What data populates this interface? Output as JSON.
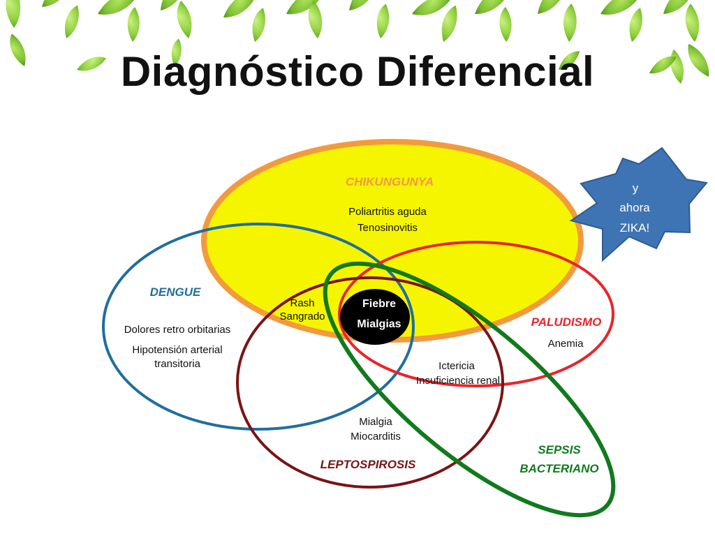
{
  "slide": {
    "title": "Diagnóstico Diferencial"
  },
  "diagram": {
    "chikungunya": {
      "name": "CHIKUNGUNYA",
      "symptoms": [
        "Poliartritis aguda",
        "Tenosinovitis"
      ],
      "color": "#f5f500",
      "border": "#f29a3f"
    },
    "dengue": {
      "name": "DENGUE",
      "symptoms": [
        "Dolores retro orbitarias",
        "Hipotensión arterial",
        "transitoria"
      ],
      "color": "#1f6ea0"
    },
    "paludismo": {
      "name": "PALUDISMO",
      "symptoms": [
        "Anemia"
      ],
      "color": "#e8252a"
    },
    "leptospirosis": {
      "name": "LEPTOSPIROSIS",
      "symptoms": [
        "Mialgia",
        "Miocarditis"
      ],
      "color": "#7a1414"
    },
    "sepsis": {
      "name_line1": "SEPSIS",
      "name_line2": "BACTERIANO",
      "color": "#117a1d"
    },
    "shared": {
      "rash": "Rash",
      "sangrado": "Sangrado",
      "ictericia": "Ictericia",
      "insuficiencia": "Insuficiencia renal"
    },
    "center": {
      "line1": "Fiebre",
      "line2": "Mialgias"
    }
  },
  "callout": {
    "line1": "y",
    "line2": "ahora",
    "line3": "ZIKA!",
    "color": "#3f74b4"
  }
}
